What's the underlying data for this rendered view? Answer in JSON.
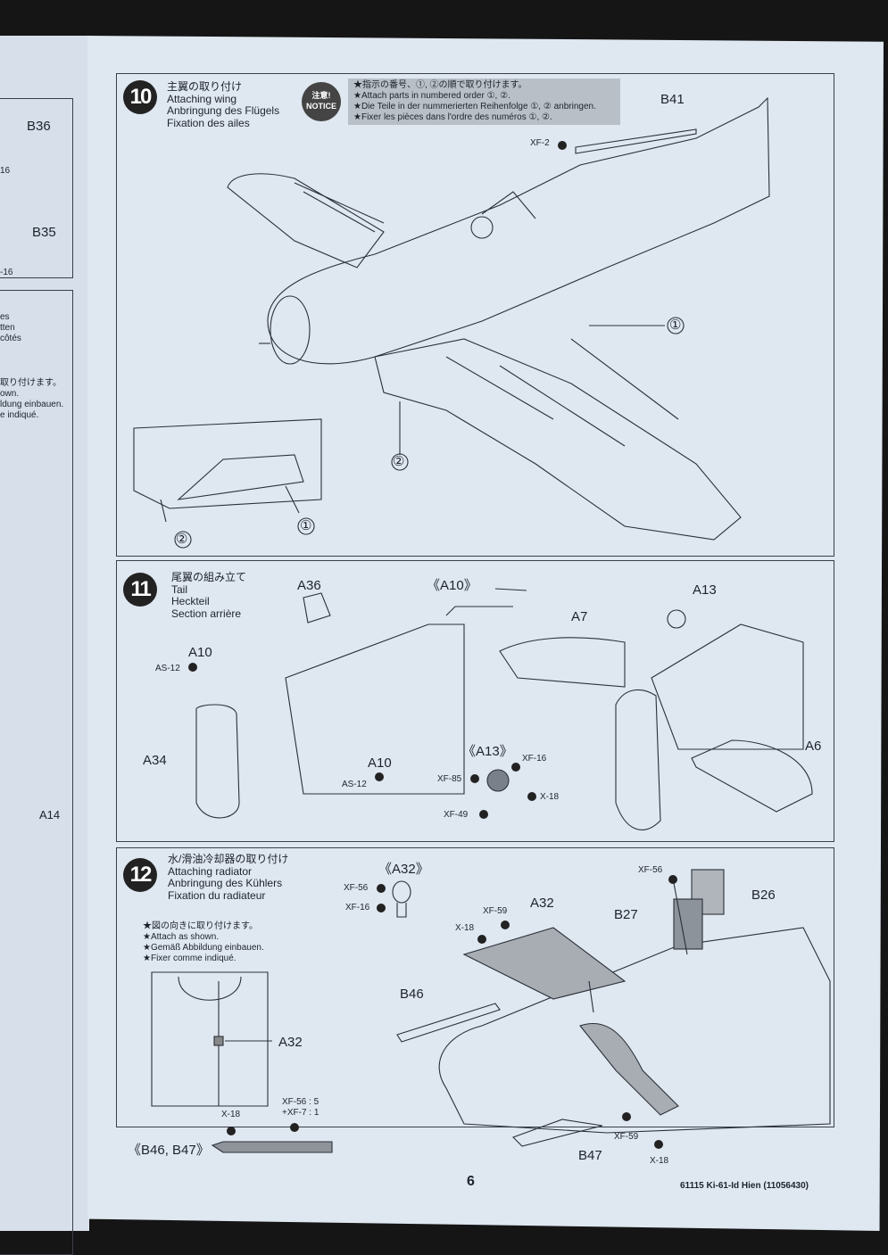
{
  "left_page": {
    "labels": [
      "B36",
      "B35",
      "16",
      "-16",
      "A14"
    ],
    "text_fragments": [
      "es",
      "tten",
      "côtés",
      "取り付けます。",
      "own.",
      "ldung einbauen.",
      "e indiqué."
    ]
  },
  "step10": {
    "number": "10",
    "title_ja": "主翼の取り付け",
    "title_en": "Attaching wing",
    "title_de": "Anbringung des Flügels",
    "title_fr": "Fixation des ailes",
    "notice_badge_ja": "注意!",
    "notice_badge_en": "NOTICE",
    "notice_lines": [
      "★指示の番号、①, ②の順で取り付けます。",
      "★Attach parts in numbered order ①, ②.",
      "★Die Teile in der nummerierten Reihenfolge ①, ② anbringen.",
      "★Fixer les pièces dans l'ordre des numéros ①, ②."
    ],
    "labels": {
      "b41": "B41",
      "xf2": "XF-2",
      "c1": "①",
      "c2": "②",
      "inset_c1": "①",
      "inset_c2": "②"
    }
  },
  "step11": {
    "number": "11",
    "title_ja": "尾翼の組み立て",
    "title_en": "Tail",
    "title_de": "Heckteil",
    "title_fr": "Section arrière",
    "labels": {
      "a36": "A36",
      "a10a": "A10",
      "as12a": "AS-12",
      "a34": "A34",
      "a10b": "A10",
      "as12b": "AS-12",
      "a10_detail": "《A10》",
      "a7": "A7",
      "a13": "A13",
      "a6": "A6"
    },
    "a13_detail": {
      "title": "《A13》",
      "paints": [
        "XF-16",
        "XF-85",
        "X-18",
        "XF-49"
      ]
    }
  },
  "step12": {
    "number": "12",
    "title_ja": "水/滑油冷却器の取り付け",
    "title_en": "Attaching radiator",
    "title_de": "Anbringung des Kühlers",
    "title_fr": "Fixation du radiateur",
    "notes": [
      "★図の向きに取り付けます。",
      "★Attach as shown.",
      "★Gemäß Abbildung einbauen.",
      "★Fixer comme indiqué."
    ],
    "a32_detail": {
      "title": "《A32》",
      "paints": [
        "XF-56",
        "XF-16"
      ]
    },
    "b46_b47_detail": {
      "title": "《B46, B47》",
      "paint1": "X-18",
      "paint2a": "XF-56 : 5",
      "paint2b": "+XF-7 : 1"
    },
    "labels": {
      "a32": "A32",
      "a32_inset": "A32",
      "b46": "B46",
      "b47": "B47",
      "b26": "B26",
      "b27": "B27",
      "xf56": "XF-56",
      "xf59a": "XF-59",
      "x18a": "X-18",
      "xf59b": "XF-59",
      "x18b": "X-18"
    }
  },
  "footer": {
    "page_number": "6",
    "product": "61115  Ki-61-Id Hien (11056430)"
  }
}
